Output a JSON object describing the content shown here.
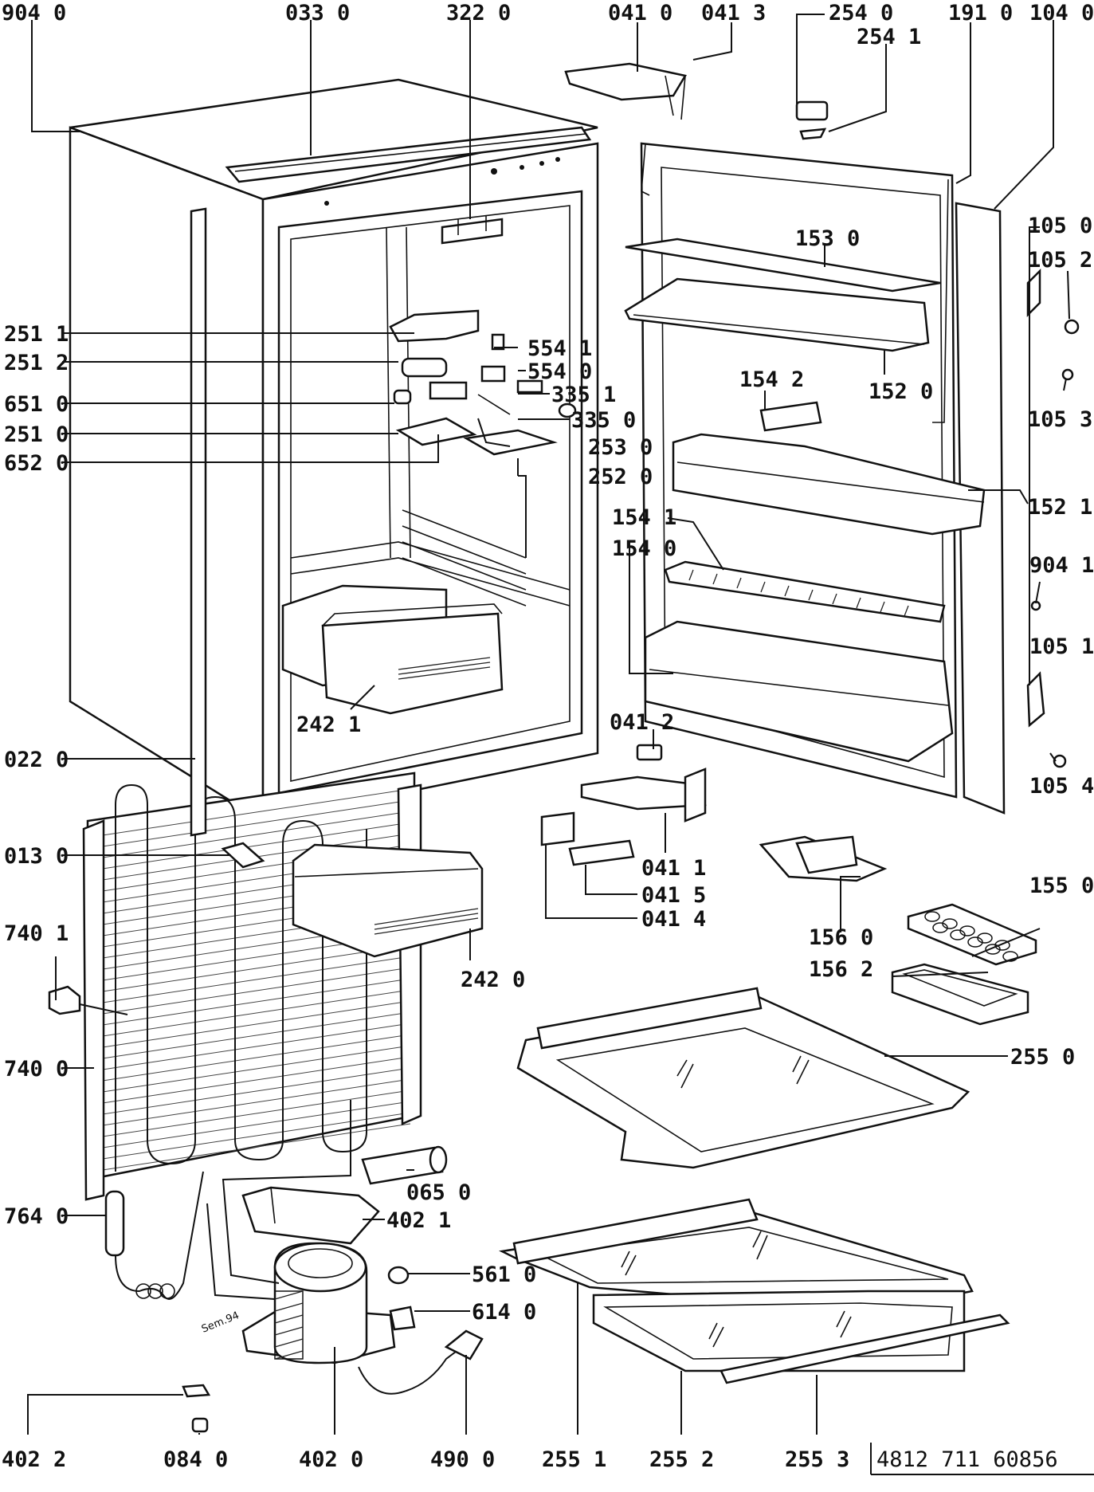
{
  "labels": {
    "l9040": "904 0",
    "l0330": "033 0",
    "l3220": "322 0",
    "l0410": "041 0",
    "l0413": "041 3",
    "l2540": "254 0",
    "l2541": "254 1",
    "l1910": "191 0",
    "l1040": "104 0",
    "l1050": "105 0",
    "l1052": "105 2",
    "l1053": "105 3",
    "l1530": "153 0",
    "l1520": "152 0",
    "l1542": "154 2",
    "l1521": "152 1",
    "l1541": "154 1",
    "l1540": "154 0",
    "l9041": "904 1",
    "l1051": "105 1",
    "l1054": "105 4",
    "l2511": "251 1",
    "l2512": "251 2",
    "l6510": "651 0",
    "l2510": "251 0",
    "l6520": "652 0",
    "l5541": "554 1",
    "l5540": "554 0",
    "l3351": "335 1",
    "l3350": "335 0",
    "l2530": "253 0",
    "l2520": "252 0",
    "l2421": "242 1",
    "l0220": "022 0",
    "l0412": "041 2",
    "l0411": "041 1",
    "l0415": "041 5",
    "l0414": "041 4",
    "l0130": "013 0",
    "l7401": "740 1",
    "l7400": "740 0",
    "l2420": "242 0",
    "l1560": "156 0",
    "l1550": "155 0",
    "l1562": "156 2",
    "l2550": "255 0",
    "l0650": "065 0",
    "l4021": "402 1",
    "l7640": "764 0",
    "l5610": "561 0",
    "l6140": "614 0",
    "l4022": "402 2",
    "l0840": "084 0",
    "l4020": "402 0",
    "l4900": "490 0",
    "l2551": "255 1",
    "l2552": "255 2",
    "l2553": "255 3",
    "doc_number": "4812  711  60856",
    "stamp": "Sem.94"
  }
}
